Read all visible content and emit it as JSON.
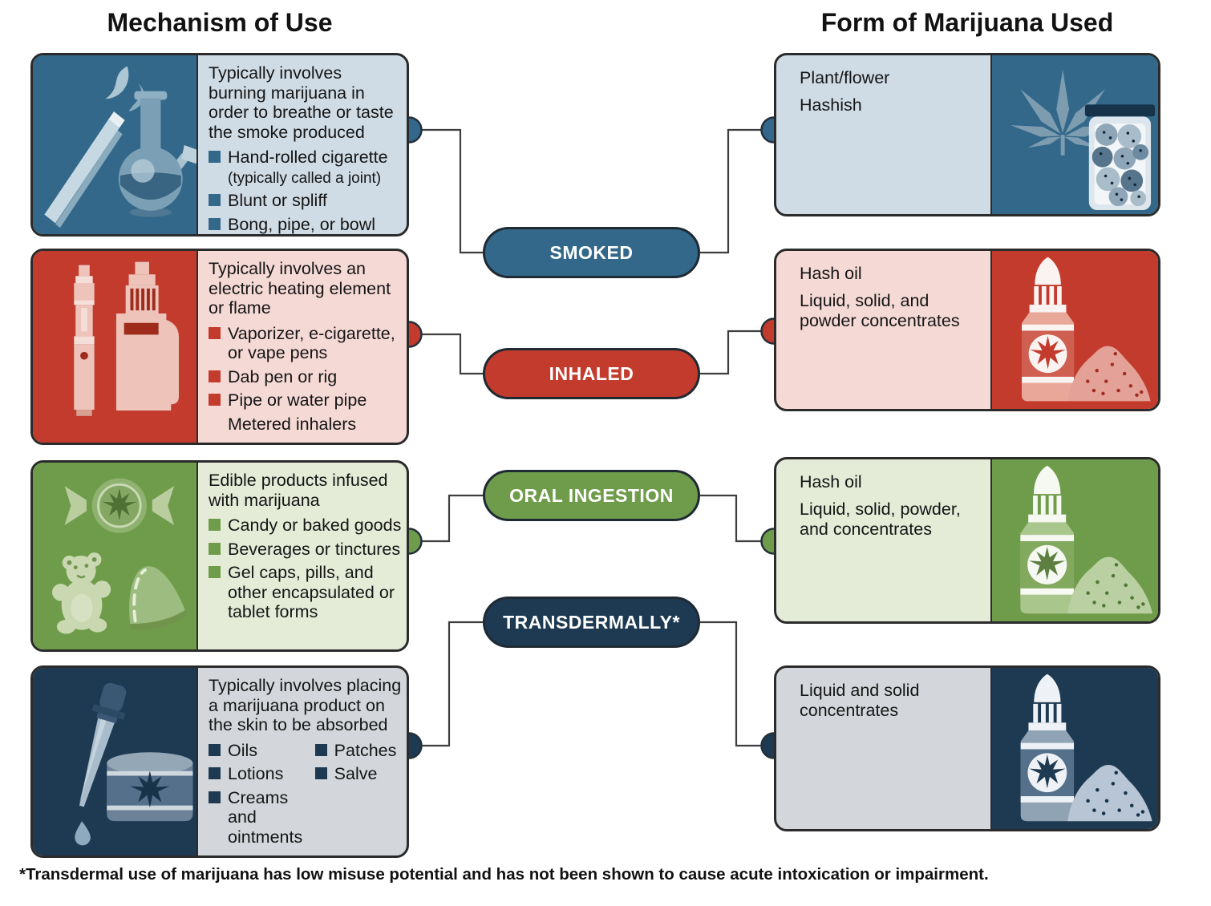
{
  "page": {
    "left_header": "Mechanism of Use",
    "right_header": "Form of Marijuana Used",
    "footnote": "*Transdermal use of marijuana has low misuse potential and has not been shown to cause acute intoxication or impairment."
  },
  "rows": [
    {
      "route": "SMOKED",
      "colors": {
        "accent": "#33688a",
        "light": "#cfdce6"
      },
      "mechanism": {
        "icon": "joint-and-bong",
        "description": "Typically involves burning marijuana in order to breathe or taste the smoke produced",
        "bullets": [
          {
            "text": "Hand-rolled cigarette",
            "sub": "(typically called a joint)"
          },
          {
            "text": "Blunt or spliff"
          },
          {
            "text": "Bong, pipe, or bowl"
          }
        ]
      },
      "form": {
        "icon": "cannabis-leaf-and-jar",
        "lines": [
          "Plant/flower",
          "Hashish"
        ]
      }
    },
    {
      "route": "INHALED",
      "colors": {
        "accent": "#c23b2d",
        "light": "#f5d9d5"
      },
      "mechanism": {
        "icon": "vape-devices",
        "description": "Typically involves an electric heating element or flame",
        "bullets": [
          {
            "text": "Vaporizer, e-cigarette, or vape pens"
          },
          {
            "text": "Dab pen or rig"
          },
          {
            "text": "Pipe or water pipe"
          },
          {
            "text": "Metered inhalers",
            "no_marker": true
          }
        ]
      },
      "form": {
        "icon": "dropper-bottle-and-powder",
        "lines": [
          "Hash oil",
          "Liquid, solid, and powder concentrates"
        ]
      }
    },
    {
      "route": "ORAL INGESTION",
      "colors": {
        "accent": "#6f9c4a",
        "light": "#e4ecd7"
      },
      "mechanism": {
        "icon": "edibles",
        "description": "Edible products infused with marijuana",
        "bullets": [
          {
            "text": "Candy or baked goods"
          },
          {
            "text": "Beverages or tinctures"
          },
          {
            "text": "Gel caps, pills, and other encapsulated or tablet forms"
          }
        ]
      },
      "form": {
        "icon": "dropper-bottle-and-powder",
        "lines": [
          "Hash oil",
          "Liquid, solid, powder, and concentrates"
        ]
      }
    },
    {
      "route": "TRANSDERMALLY*",
      "colors": {
        "accent": "#1e3a52",
        "light": "#d3d7db"
      },
      "mechanism": {
        "icon": "dropper-and-jar",
        "description": "Typically involves placing a marijuana product on the skin to be absorbed",
        "two_column": true,
        "bullets": [
          {
            "text": "Oils"
          },
          {
            "text": "Patches"
          },
          {
            "text": "Lotions"
          },
          {
            "text": "Salve"
          },
          {
            "text": "Creams and ointments"
          }
        ]
      },
      "form": {
        "icon": "dropper-bottle-and-powder",
        "lines": [
          "Liquid and solid concentrates"
        ]
      }
    }
  ]
}
